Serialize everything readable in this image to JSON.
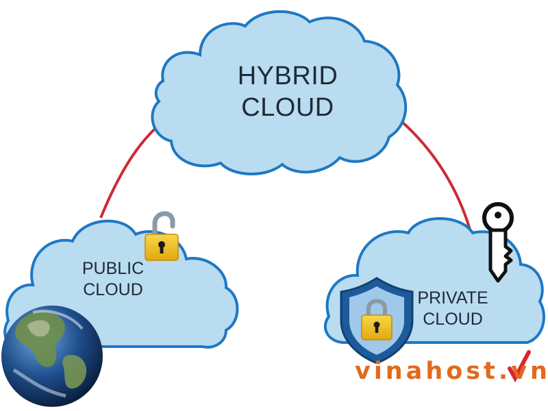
{
  "diagram": {
    "hybrid_cloud": {
      "line1": "HYBRID",
      "line2": "CLOUD"
    },
    "public_cloud": {
      "line1": "PUBLIC",
      "line2": "CLOUD"
    },
    "private_cloud": {
      "line1": "PRIVATE",
      "line2": "CLOUD"
    }
  },
  "watermark": {
    "text": "vinahost.vn"
  },
  "colors": {
    "cloud_fill": "#b9dcf0",
    "cloud_stroke": "#1e78c4",
    "connector": "#cc2b35",
    "lock": "#f1c40f",
    "shield": "#1c5a9c",
    "brand": "#e06a1d"
  },
  "icons": [
    "globe-icon",
    "open-padlock-icon",
    "key-icon",
    "shield-lock-icon"
  ]
}
